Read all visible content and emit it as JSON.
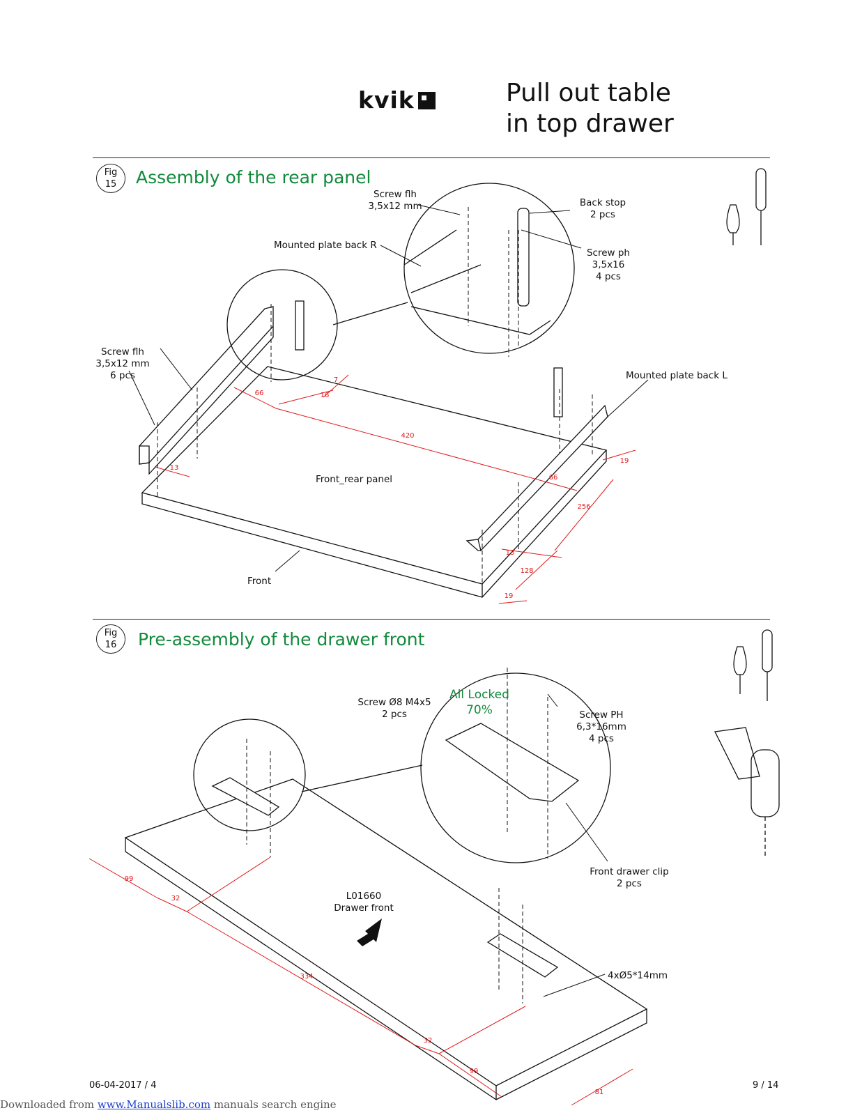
{
  "header": {
    "logo_text": "kvik",
    "title_line1": "Pull out table",
    "title_line2": "in top drawer"
  },
  "fig15": {
    "badge_label": "Fig",
    "badge_number": "15",
    "title": "Assembly of the rear panel",
    "labels": {
      "screw_flh_top_l1": "Screw flh",
      "screw_flh_top_l2": "3,5x12 mm",
      "back_stop_l1": "Back stop",
      "back_stop_l2": "2 pcs",
      "mounted_plate_r": "Mounted plate back R",
      "screw_ph_l1": "Screw ph",
      "screw_ph_l2": "3,5x16",
      "screw_ph_l3": "4 pcs",
      "screw_flh_left_l1": "Screw flh",
      "screw_flh_left_l2": "3,5x12 mm",
      "screw_flh_left_l3": "6 pcs",
      "mounted_plate_l": "Mounted plate back L",
      "front_rear_panel": "Front_rear panel",
      "front": "Front"
    },
    "dimensions": [
      "66",
      "16",
      "7",
      "420",
      "13",
      "66",
      "19",
      "256",
      "13",
      "128",
      "19"
    ]
  },
  "fig16": {
    "badge_label": "Fig",
    "badge_number": "16",
    "title": "Pre-assembly of the drawer front",
    "labels": {
      "screw_d8_l1": "Screw Ø8 M4x5",
      "screw_d8_l2": "2 pcs",
      "all_locked_l1": "All Locked",
      "all_locked_l2": "70%",
      "screw_ph_l1": "Screw PH",
      "screw_ph_l2": "6,3*16mm",
      "screw_ph_l3": "4 pcs",
      "front_clip_l1": "Front drawer clip",
      "front_clip_l2": "2 pcs",
      "part_no": "L01660",
      "drawer_front": "Drawer front",
      "holes": "4xØ5*14mm"
    },
    "dimensions": [
      "99",
      "32",
      "334",
      "32",
      "99",
      "81"
    ]
  },
  "footer": {
    "date": "06-04-2017 / 4",
    "page": "9  / 14",
    "source_prefix": "Downloaded from ",
    "source_link": "www.Manualslib.com",
    "source_suffix": " manuals search engine"
  },
  "colors": {
    "accent_green": "#128a3c",
    "dimension_red": "#e01a1a",
    "line": "#111111"
  },
  "icons": [
    "awl-icon",
    "screwdriver-icon",
    "drill-icon",
    "direction-arrow-icon"
  ]
}
